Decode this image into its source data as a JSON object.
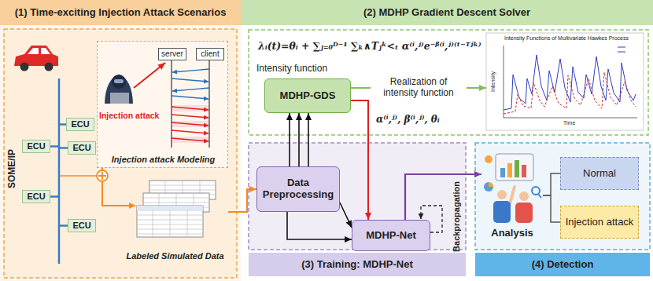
{
  "diagram": {
    "nodes": [
      {
        "text": [
          "(1) Time-exciting Injection Attack Scenarios"
        ]
      },
      {
        "text": [
          "ECU"
        ],
        "in": 0
      },
      {
        "text": [
          "ECU"
        ],
        "in": 0
      },
      {
        "text": [
          "ECU"
        ],
        "in": 0
      },
      {
        "text": [
          "ECU"
        ],
        "in": 0
      },
      {
        "text": [
          "ECU"
        ],
        "in": 0
      },
      {
        "text": [
          "Injection attack Modeling"
        ],
        "in": 0
      },
      {
        "text": [
          "server"
        ],
        "in": 6
      },
      {
        "text": [
          "client"
        ],
        "in": 6
      },
      {
        "text": [
          "Labeled Simulated Data"
        ],
        "in": 0
      },
      {
        "text": [
          "(2) MDHP Gradient Descent Solver"
        ]
      },
      {
        "text": [
          "MDHP-GDS"
        ],
        "in": 10
      },
      {
        "text": [
          "Intensity Functions of Multivariate Hawkes Process"
        ],
        "in": 10
      },
      {
        "text": [
          "(3) Training: MDHP-Net"
        ]
      },
      {
        "text": [
          "Data Preprocessing"
        ],
        "in": 13
      },
      {
        "text": [
          "MDHP-Net"
        ],
        "in": 13
      },
      {
        "text": [
          "(4) Detection"
        ]
      },
      {
        "text": [
          "Analysis"
        ],
        "in": 16
      },
      {
        "text": [
          "Normal"
        ],
        "in": 16
      },
      {
        "text": [
          "Injection attack"
        ],
        "in": 16
      }
    ],
    "edges": [
      {
        "from": 9,
        "to": 14,
        "arrow": "to"
      },
      {
        "from": 14,
        "to": 11,
        "arrow": "to"
      },
      {
        "from": 14,
        "to": 11,
        "arrow": "to"
      },
      {
        "from": 14,
        "to": 11,
        "arrow": "to"
      },
      {
        "from": 11,
        "to": 15,
        "arrow": "to"
      },
      {
        "from": 11,
        "to": 12,
        "label": "Realization of intensity function",
        "arrow": "to"
      },
      {
        "from": 14,
        "to": 15,
        "arrow": "to"
      },
      {
        "from": 14,
        "to": 15,
        "arrow": "to"
      },
      {
        "from": 15,
        "to": 17,
        "arrow": "to"
      },
      {
        "from": 17,
        "to": 18,
        "arrow": "none"
      },
      {
        "from": 17,
        "to": 19,
        "arrow": "none"
      }
    ],
    "labels": [
      "SOME/IP",
      "Injection attack",
      "λᵢ(t)=θᵢ + ∑ⱼ₌₀ᴰ⁻¹ ∑ₖ∧Tⱼᵏ<ₜ α⁽ⁱ,ʲ⁾e⁻ᵝ⁽ⁱ,ʲ⁾⁽ᵗ⁻ᵀʲᵏ⁾",
      "Intensity function",
      "α⁽ⁱ,ʲ⁾, β⁽ⁱ,ʲ⁾, θᵢ",
      "Backpropagation",
      "Time",
      "Intensity"
    ]
  }
}
